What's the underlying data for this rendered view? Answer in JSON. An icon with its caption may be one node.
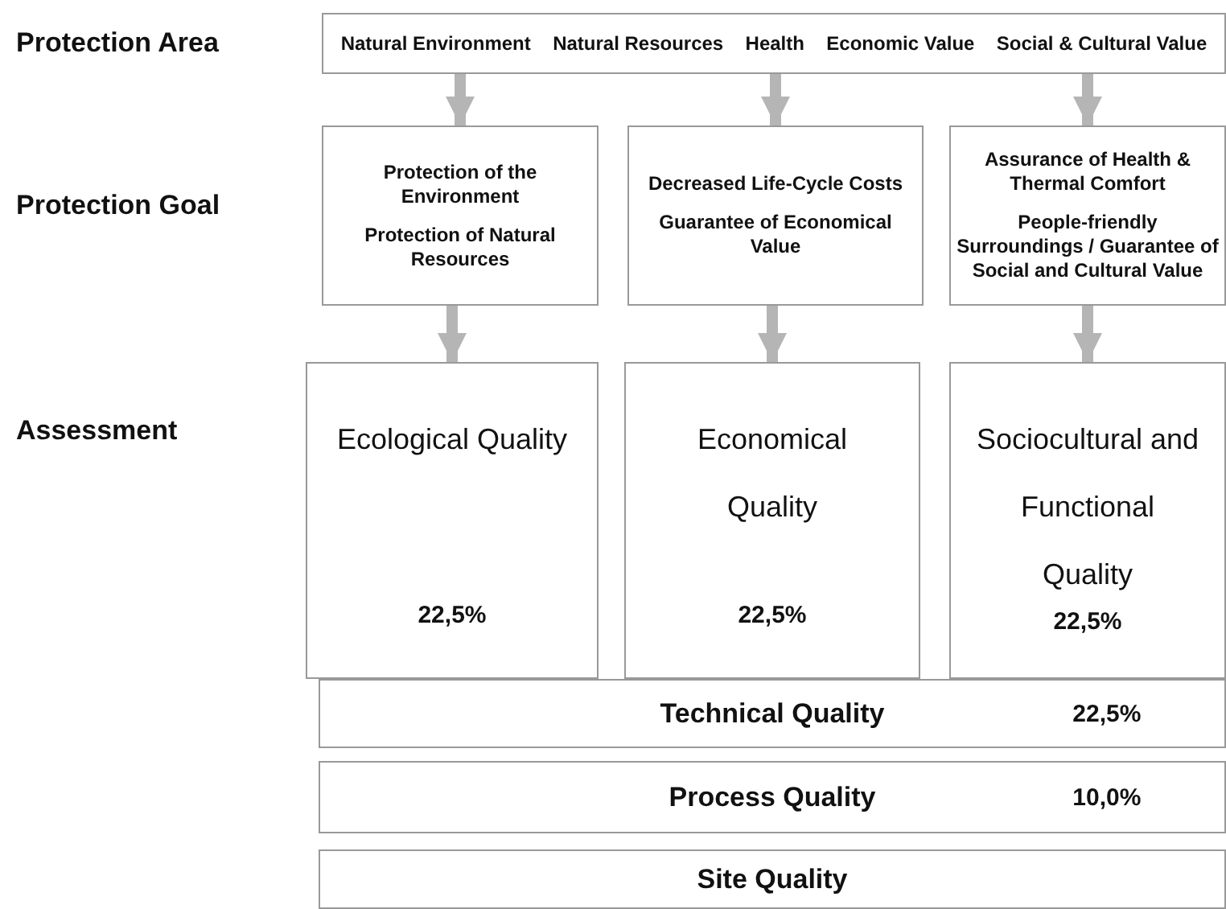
{
  "diagram": {
    "nodes": [
      {
        "text": [
          "Natural Environment",
          "Natural Resources",
          "Health",
          "Economic Value",
          "Social & Cultural Value"
        ]
      },
      {
        "text": [
          "Protection of the Environment",
          "Protection of Natural Resources"
        ]
      },
      {
        "text": [
          "Decreased Life-Cycle Costs",
          "Guarantee of Economical Value"
        ]
      },
      {
        "text": [
          "Assurance of Health & Thermal Comfort",
          "People-friendly Surroundings / Guarantee of Social and Cultural Value"
        ]
      },
      {
        "text": [
          "Ecological Quality",
          "22,5%"
        ]
      },
      {
        "text": [
          "Economical Quality",
          "22,5%"
        ]
      },
      {
        "text": [
          "Sociocultural and Functional Quality",
          "22,5%"
        ]
      },
      {
        "text": [
          "Technical Quality",
          "22,5%"
        ]
      },
      {
        "text": [
          "Process Quality",
          "10,0%"
        ]
      },
      {
        "text": [
          "Site Quality"
        ]
      }
    ],
    "edges": [
      {
        "from": 0,
        "to": 1,
        "arrow": "to"
      },
      {
        "from": 0,
        "to": 2,
        "arrow": "to"
      },
      {
        "from": 0,
        "to": 3,
        "arrow": "to"
      },
      {
        "from": 1,
        "to": 4,
        "arrow": "to"
      },
      {
        "from": 2,
        "to": 5,
        "arrow": "to"
      },
      {
        "from": 3,
        "to": 6,
        "arrow": "to"
      }
    ],
    "labels": [
      "Protection Area",
      "Protection Goal",
      "Assessment"
    ]
  }
}
